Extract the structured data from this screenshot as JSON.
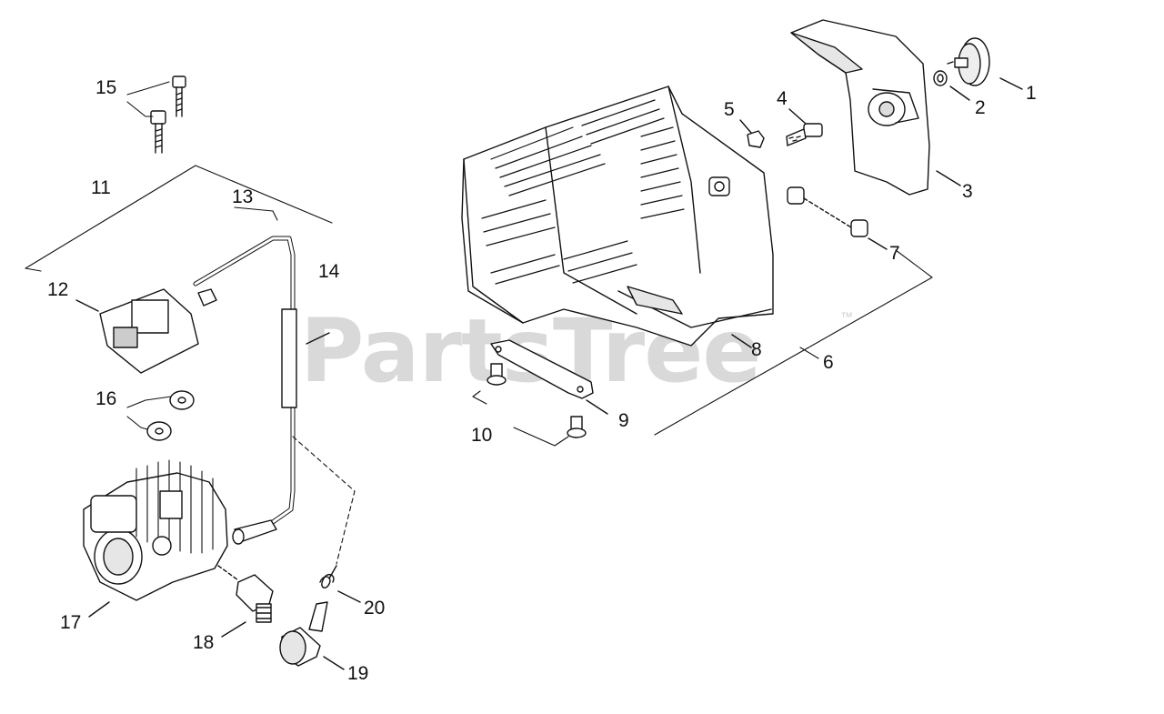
{
  "watermark": {
    "brand": "PartsTree",
    "mark": "™"
  },
  "callouts": {
    "c1": "1",
    "c2": "2",
    "c3": "3",
    "c4": "4",
    "c5": "5",
    "c6": "6",
    "c7": "7",
    "c8": "8",
    "c9": "9",
    "c10": "10",
    "c11": "11",
    "c12": "12",
    "c13": "13",
    "c14": "14",
    "c15": "15",
    "c16": "16",
    "c17": "17",
    "c18": "18",
    "c19": "19",
    "c20": "20"
  },
  "colors": {
    "line": "#111111",
    "fill": "#ffffff",
    "shade": "#d7d7d7",
    "watermark": "#d9d9d9"
  }
}
